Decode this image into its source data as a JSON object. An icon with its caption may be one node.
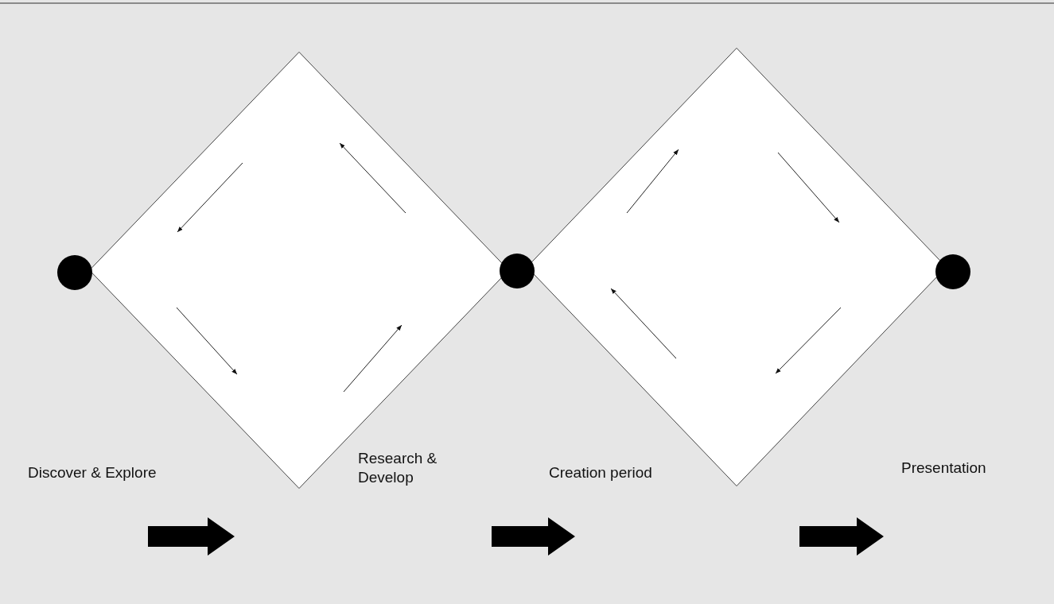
{
  "diagram": {
    "nodes": [
      {
        "text": [],
        "shape": "circle"
      },
      {
        "text": [],
        "shape": "diamond"
      },
      {
        "text": [],
        "shape": "circle"
      },
      {
        "text": [],
        "shape": "diamond"
      },
      {
        "text": [],
        "shape": "circle"
      }
    ],
    "labels": [
      "Discover & Explore",
      "Research & Develop",
      "Creation period",
      "Presentation"
    ]
  }
}
